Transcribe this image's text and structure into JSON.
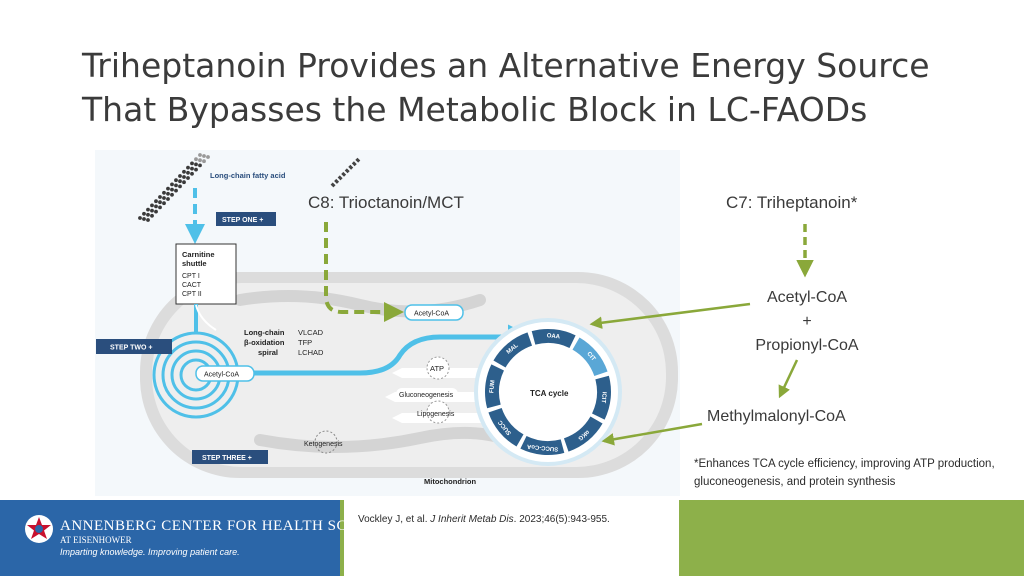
{
  "title": {
    "line1": "Triheptanoin Provides an Alternative Energy Source",
    "line2": "That Bypasses the Metabolic Block in LC-FAODs"
  },
  "figure": {
    "long_chain_fatty_acid": "Long-chain fatty acid",
    "step_one": "STEP ONE +",
    "step_two": "STEP TWO +",
    "step_three": "STEP THREE +",
    "carnitine_shuttle": {
      "title1": "Carnitine",
      "title2": "shuttle",
      "items": [
        "CPT I",
        "CACT",
        "CPT II"
      ]
    },
    "beta_oxidation": {
      "line1": "Long-chain",
      "line2": "β-oxidation",
      "line3": "spiral",
      "enzymes": [
        "VLCAD",
        "TFP",
        "LCHAD"
      ]
    },
    "acetyl_coa_left": "Acetyl-CoA",
    "acetyl_coa_top": "Acetyl-CoA",
    "atp": "ATP",
    "gluconeogenesis": "Gluconeogenesis",
    "lipogenesis": "Lipogenesis",
    "ketogenesis": "Ketogenesis",
    "tca_cycle": "TCA cycle",
    "mitochondrion": "Mitochondrion",
    "tca_segments": [
      "CIT",
      "ICIT",
      "αKG",
      "SUCC-CoA",
      "SUCC",
      "FUM",
      "MAL",
      "OAA"
    ]
  },
  "labels": {
    "c8": "C8: Trioctanoin/MCT",
    "c7": "C7: Triheptanoin*",
    "acetyl_coa": "Acetyl-CoA",
    "plus": "+",
    "propionyl_coa": "Propionyl-CoA",
    "methylmalonyl_coa": "Methylmalonyl-CoA",
    "note": "*Enhances TCA cycle efficiency, improving ATP production, gluconeogenesis, and protein synthesis"
  },
  "footer": {
    "org_name": "ANNENBERG CENTER FOR HEALTH SCIENCES",
    "org_sub": "AT EISENHOWER",
    "tagline": "Imparting knowledge. Improving patient care.",
    "citation_prefix": "Vockley J, et al. ",
    "citation_journal": "J Inherit Metab Dis",
    "citation_suffix": ". 2023;46(5):943-955."
  },
  "colors": {
    "blue_arrow": "#4fc0e8",
    "green_arrow": "#8aa83a",
    "tca_dark": "#2d5f8c",
    "navy_label": "#2a4e7d",
    "mito_gray": "#d9d9d9",
    "footer_green": "#8db04a",
    "footer_blue": "#2b66a8"
  }
}
